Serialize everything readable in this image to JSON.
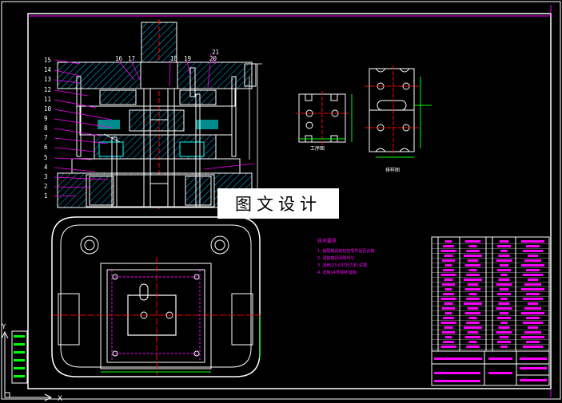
{
  "drawing": {
    "watermark": "图文设计",
    "part_numbers_left": [
      "15",
      "14",
      "13",
      "12",
      "11",
      "10",
      "9",
      "8",
      "7",
      "6",
      "5",
      "4",
      "3",
      "2",
      "1"
    ],
    "part_numbers_top": [
      "16",
      "17",
      "18",
      "19",
      "20",
      "21"
    ],
    "view_labels": {
      "workpiece": "工序图",
      "strip_layout": "排样图"
    },
    "technical_requirements": {
      "title": "技术要求",
      "items": [
        "1. 装配模具前检查零件是否合格",
        "2. 调整模具间隙均匀",
        "3. 选用J23-63T压力机 试模",
        "4. 选用14号钢材 模板"
      ]
    },
    "axis_labels": {
      "x": "X",
      "y": "Y"
    },
    "colors": {
      "background": "#000000",
      "frame": "#ffffff",
      "line": "#ffffff",
      "accent": "#ff00ff",
      "hatch": "#00c0ff",
      "dimension": "#00ff00",
      "centerline": "#ff0000",
      "watermark_bg": "#ffffff"
    }
  }
}
